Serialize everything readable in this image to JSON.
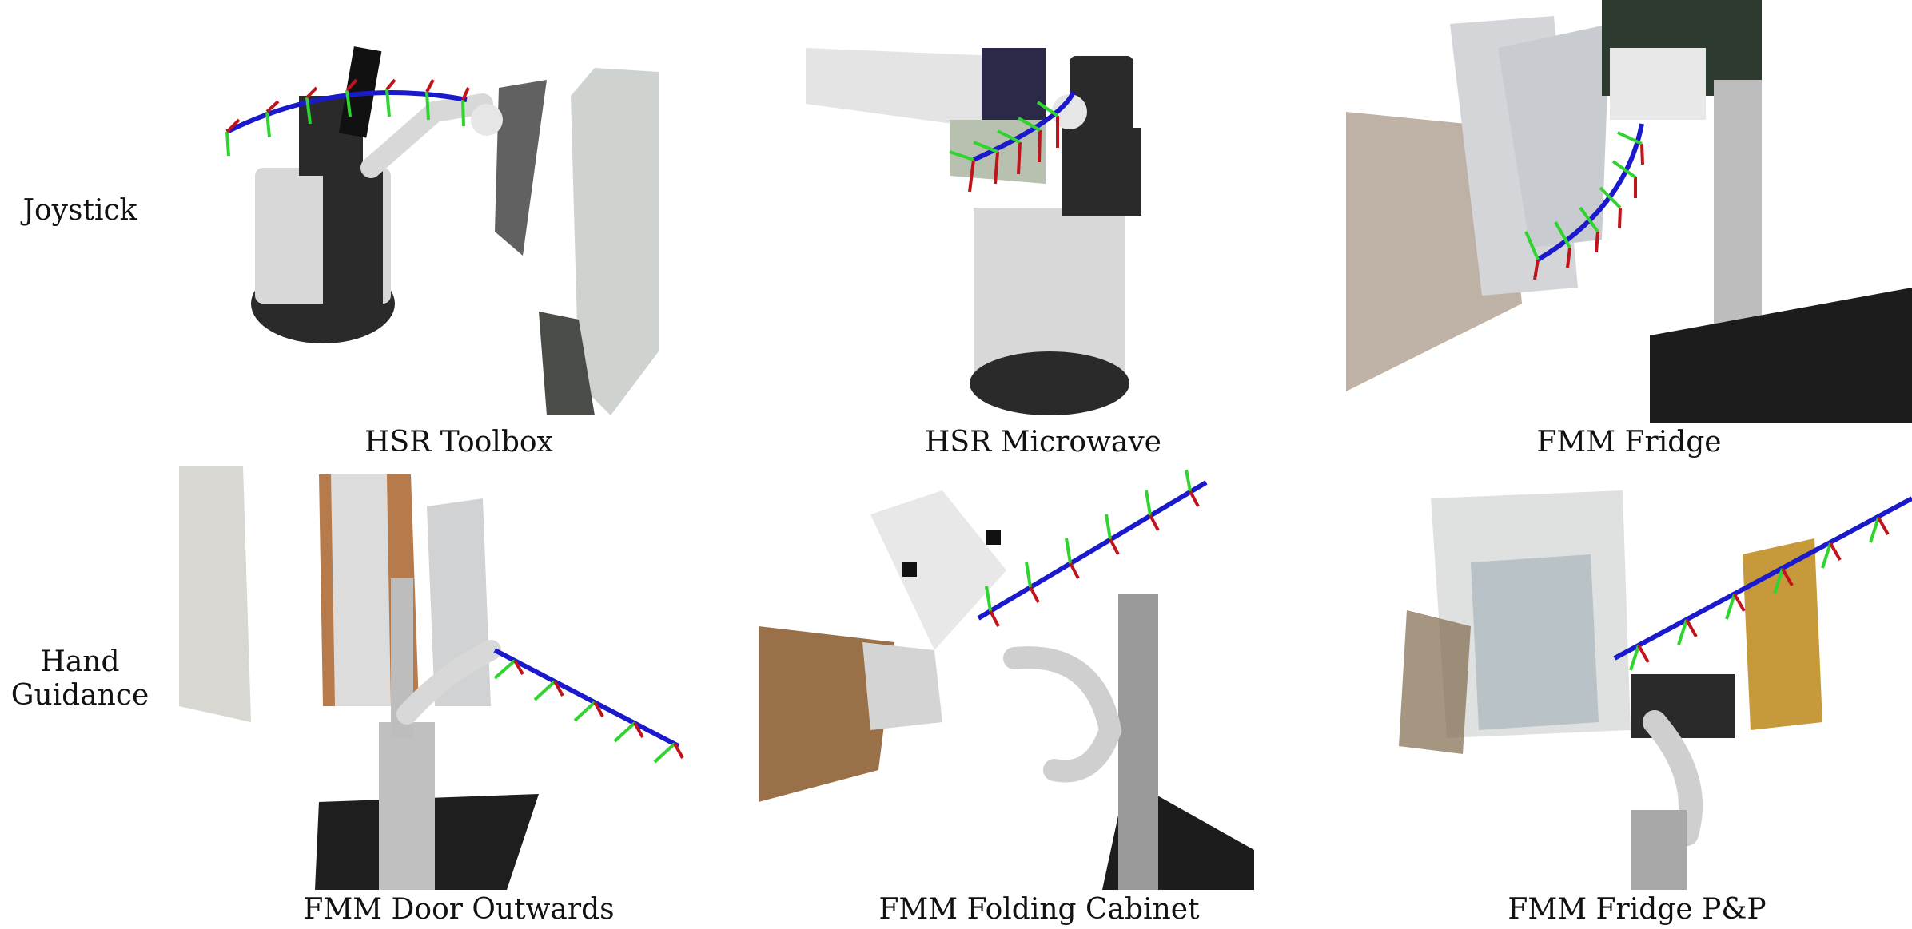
{
  "row_labels": {
    "joystick": "Joystick",
    "hand_guidance_line1": "Hand",
    "hand_guidance_line2": "Guidance"
  },
  "captions": {
    "hsr_toolbox": "HSR Toolbox",
    "hsr_microwave": "HSR Microwave",
    "fmm_fridge": "FMM Fridge",
    "fmm_door_outwards": "FMM Door Outwards",
    "fmm_folding_cabinet": "FMM Folding Cabinet",
    "fmm_fridge_pp": "FMM Fridge P&P"
  },
  "colors": {
    "axis_x": "#c0141c",
    "axis_y": "#2fd42f",
    "axis_z": "#1a1acc",
    "robot_dark": "#2a2a2a",
    "robot_light": "#d8d8d8"
  }
}
